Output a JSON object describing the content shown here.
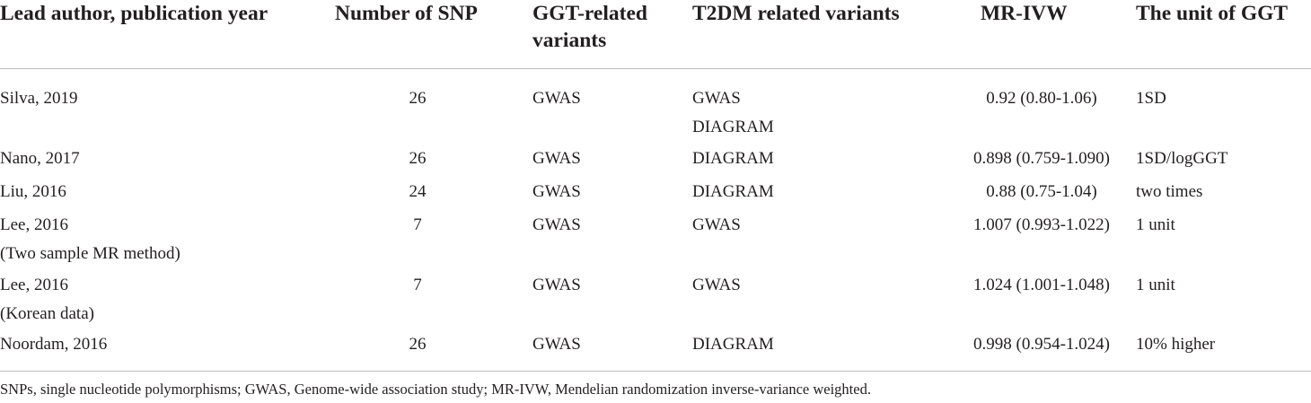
{
  "table": {
    "headers": [
      "Lead author, publication year",
      "Number of SNP",
      "GGT-related variants",
      "T2DM related variants",
      "MR-IVW",
      "The unit of GGT"
    ],
    "rows": [
      {
        "author": "Silva, 2019",
        "author_note": "",
        "snp": "26",
        "ggt": "GWAS",
        "t2dm": "GWAS",
        "t2dm2": "DIAGRAM",
        "mr": "0.92 (0.80-1.06)",
        "unit": "1SD"
      },
      {
        "author": "Nano, 2017",
        "author_note": "",
        "snp": "26",
        "ggt": "GWAS",
        "t2dm": "DIAGRAM",
        "t2dm2": "",
        "mr": "0.898 (0.759-1.090)",
        "unit": "1SD/logGGT"
      },
      {
        "author": "Liu, 2016",
        "author_note": "",
        "snp": "24",
        "ggt": "GWAS",
        "t2dm": "DIAGRAM",
        "t2dm2": "",
        "mr": "0.88 (0.75-1.04)",
        "unit": "two times"
      },
      {
        "author": "Lee, 2016",
        "author_note": "(Two sample MR method)",
        "snp": "7",
        "ggt": "GWAS",
        "t2dm": "GWAS",
        "t2dm2": "",
        "mr": "1.007 (0.993-1.022)",
        "unit": "1 unit"
      },
      {
        "author": "Lee, 2016",
        "author_note": "(Korean data)",
        "snp": "7",
        "ggt": "GWAS",
        "t2dm": "GWAS",
        "t2dm2": "",
        "mr": "1.024 (1.001-1.048)",
        "unit": "1 unit"
      },
      {
        "author": "Noordam, 2016",
        "author_note": "",
        "snp": "26",
        "ggt": "GWAS",
        "t2dm": "DIAGRAM",
        "t2dm2": "",
        "mr": "0.998 (0.954-1.024)",
        "unit": "10% higher"
      }
    ],
    "footnote": "SNPs, single nucleotide polymorphisms; GWAS, Genome-wide association study; MR-IVW, Mendelian randomization inverse-variance weighted."
  }
}
